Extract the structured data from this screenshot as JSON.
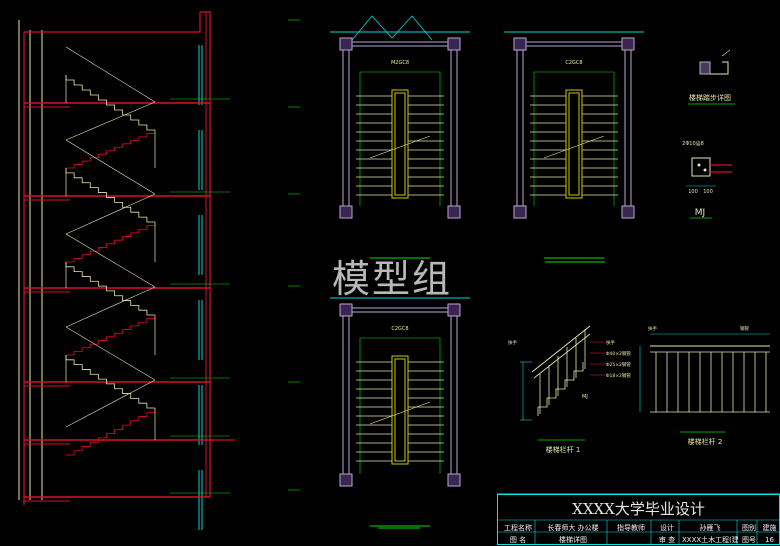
{
  "watermark": "模型组",
  "colors": {
    "background": "#000000",
    "wall": "#d8102a",
    "stair_line": "#e8e8a8",
    "plan_line": "#e8e8a8",
    "column": "#b7a7d0",
    "dimension": "#00d8d8",
    "axis": "#00e000",
    "handrail": "#c8c800",
    "frame": "#00e5e5"
  },
  "plans": {
    "plan1_label": "M2GC8",
    "plan2_label": "C2GC8",
    "plan3_label": "C2GC8"
  },
  "details": {
    "step_detail_title": "楼梯踏步详图",
    "mj_label": "MJ",
    "mj_dims": [
      "100",
      "100"
    ],
    "mj_top_label": "2Φ10@8",
    "railing1_title": "楼梯栏杆 1",
    "railing2_title": "楼梯栏杆 2",
    "railing1_callout": "MJ",
    "railing1_side_labels": [
      "扶手",
      "Φ40×2钢管",
      "Φ25×2钢管",
      "Φ18×2钢管"
    ],
    "railing2_side_labels": [
      "扶手",
      "钢管"
    ]
  },
  "titleblock": {
    "title": "XXXX大学毕业设计",
    "row1": [
      "工程名称",
      "长春师大 办公楼",
      "指导教师",
      "设计",
      "孙雁飞",
      "图别",
      "建施"
    ],
    "row2": [
      "图  名",
      "楼梯详图",
      "",
      "审  查",
      "XXXX土木工程(建筑)",
      "图号",
      "16"
    ]
  }
}
